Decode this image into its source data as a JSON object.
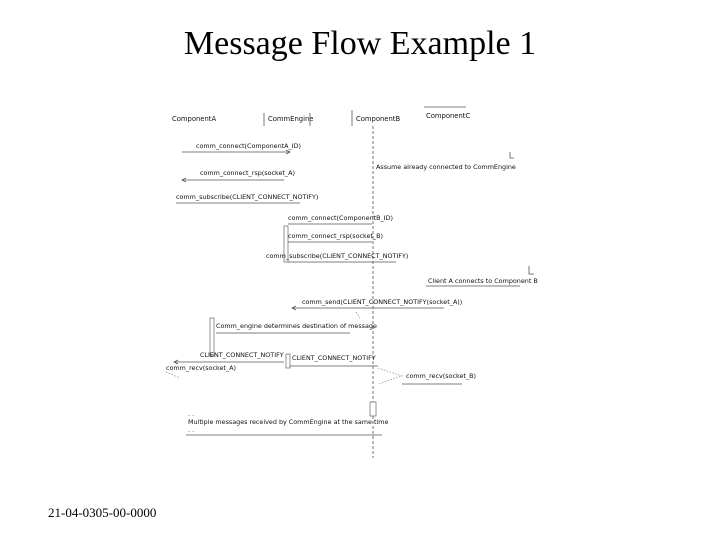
{
  "slide": {
    "title": "Message Flow Example 1",
    "footer": "21-04-0305-00-0000"
  },
  "diagram": {
    "participants": [
      "ComponentA",
      "CommEngine",
      "ComponentB",
      "ComponentC"
    ],
    "messages": [
      "comm_connect(ComponentA_ID)",
      "comm_connect_rsp(socket_A)",
      "comm_subscribe(CLIENT_CONNECT_NOTIFY)",
      "comm_connect(ComponentB_ID)",
      "comm_connect_rsp(socket_B)",
      "comm_subscribe(CLIENT_CONNECT_NOTIFY)",
      "comm_send(CLIENT_CONNECT_NOTIFY(socket_A))",
      "Comm_engine determines destination of message",
      "CLIENT_CONNECT_NOTIFY",
      "CLIENT_CONNECT_NOTIFY",
      "comm_recv(socket_A)",
      "comm_recv(socket_B)"
    ],
    "notes": [
      "Assume already connected to CommEngine",
      "Client A connects to Component B",
      "Multiple messages received by CommEngine at the same time"
    ],
    "ellipsis": ". ."
  }
}
